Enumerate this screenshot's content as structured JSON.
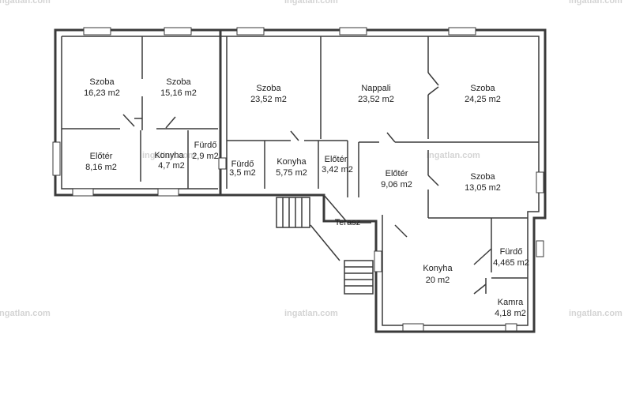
{
  "watermark": "ingatlan.com",
  "rooms": [
    {
      "id": "r1",
      "name": "Szoba",
      "area": "16,23 m2"
    },
    {
      "id": "r2",
      "name": "Szoba",
      "area": "15,16 m2"
    },
    {
      "id": "r3",
      "name": "Előtér",
      "area": "8,16 m2"
    },
    {
      "id": "r4",
      "name": "Konyha",
      "area": "4,7 m2"
    },
    {
      "id": "r5",
      "name": "Fürdő",
      "area": "2,9 m2"
    },
    {
      "id": "r6",
      "name": "Szoba",
      "area": "23,52 m2"
    },
    {
      "id": "r7",
      "name": "Fürdő",
      "area": "3,5 m2"
    },
    {
      "id": "r8",
      "name": "Konyha",
      "area": "5,75 m2"
    },
    {
      "id": "r9",
      "name": "Előtér",
      "area": "3,42 m2"
    },
    {
      "id": "r10",
      "name": "Nappali",
      "area": "23,52 m2"
    },
    {
      "id": "r11",
      "name": "Szoba",
      "area": "24,25 m2"
    },
    {
      "id": "r12",
      "name": "Előtér",
      "area": "9,06 m2"
    },
    {
      "id": "r13",
      "name": "Szoba",
      "area": "13,05 m2"
    },
    {
      "id": "r14",
      "name": "Fürdő",
      "area": "4,465 m2"
    },
    {
      "id": "r15",
      "name": "Konyha",
      "area": "20 m2"
    },
    {
      "id": "r16",
      "name": "Kamra",
      "area": "4,18 m2"
    }
  ],
  "terrace": {
    "name": "Terasz"
  }
}
